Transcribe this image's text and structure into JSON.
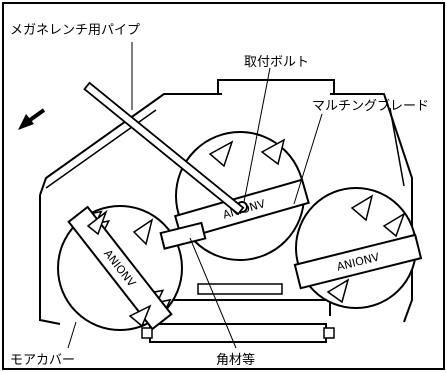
{
  "labels": {
    "pipe": "メガネレンチ用パイプ",
    "bolt": "取付ボルト",
    "blade": "マルチングブレード",
    "cover": "モアカバー",
    "wood": "角材等"
  },
  "blade_marks": {
    "left": "ANIONV",
    "center": "ANIONV",
    "right": "ANIONV"
  },
  "colors": {
    "line": "#000000",
    "background": "#ffffff"
  }
}
